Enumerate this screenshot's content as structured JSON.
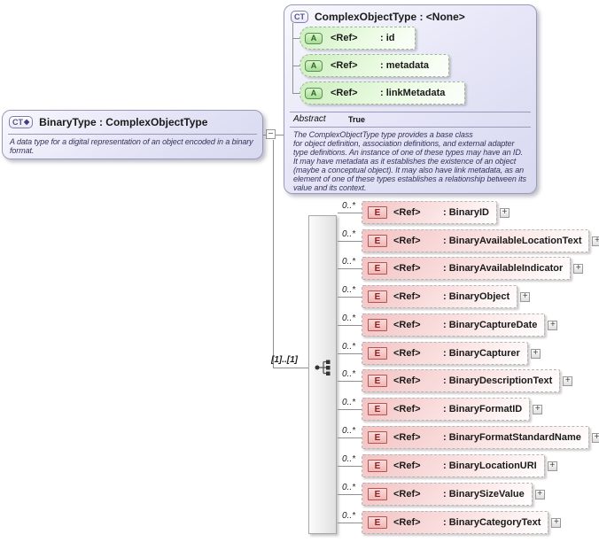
{
  "colors": {
    "type_box_fill": "#e3e3f7",
    "type_box_border": "#9a9ab8",
    "attribute_fill": "#cdeebf",
    "attribute_icon_border": "#58924f",
    "element_fill": "#f3c3c3",
    "element_icon_border": "#b25555",
    "description_text": "#34345c",
    "connector_line": "#909090",
    "sequence_bar_fill": "#e9e9e9"
  },
  "base_type_box": {
    "icon": "CT",
    "title": "ComplexObjectType : <None>",
    "attributes": [
      {
        "icon": "A",
        "ref_label": "<Ref>",
        "name_label": ": id"
      },
      {
        "icon": "A",
        "ref_label": "<Ref>",
        "name_label": ": metadata"
      },
      {
        "icon": "A",
        "ref_label": "<Ref>",
        "name_label": ": linkMetadata"
      }
    ],
    "facet_label": "Abstract",
    "facet_value": "True",
    "description": "The ComplexObjectType type provides a base class\nfor object definition, association definitions, and external adapter\ntype definitions. An instance of one of these types may have an ID.\nIt may have metadata as it establishes the existence of an object\n(maybe a conceptual object). It may also have link metadata, as an\nelement of one of these types establishes a relationship between its\nvalue and its context."
  },
  "derived_type_box": {
    "icon": "CT",
    "icon_modifier": "◆",
    "title": "BinaryType : ComplexObjectType",
    "description": "A data type for a digital representation of an object encoded in a binary\nformat."
  },
  "connector": {
    "collapse_glyph": "−",
    "cardinality": "[1]..[1]"
  },
  "elements": {
    "icon": "E",
    "expand_glyph": "+",
    "items": [
      {
        "ref_label": "<Ref>",
        "name_label": ": BinaryID",
        "cardinality": "0..*"
      },
      {
        "ref_label": "<Ref>",
        "name_label": ": BinaryAvailableLocationText",
        "cardinality": "0..*"
      },
      {
        "ref_label": "<Ref>",
        "name_label": ": BinaryAvailableIndicator",
        "cardinality": "0..*"
      },
      {
        "ref_label": "<Ref>",
        "name_label": ": BinaryObject",
        "cardinality": "0..*"
      },
      {
        "ref_label": "<Ref>",
        "name_label": ": BinaryCaptureDate",
        "cardinality": "0..*"
      },
      {
        "ref_label": "<Ref>",
        "name_label": ": BinaryCapturer",
        "cardinality": "0..*"
      },
      {
        "ref_label": "<Ref>",
        "name_label": ": BinaryDescriptionText",
        "cardinality": "0..*"
      },
      {
        "ref_label": "<Ref>",
        "name_label": ": BinaryFormatID",
        "cardinality": "0..*"
      },
      {
        "ref_label": "<Ref>",
        "name_label": ": BinaryFormatStandardName",
        "cardinality": "0..*"
      },
      {
        "ref_label": "<Ref>",
        "name_label": ": BinaryLocationURI",
        "cardinality": "0..*"
      },
      {
        "ref_label": "<Ref>",
        "name_label": ": BinarySizeValue",
        "cardinality": "0..*"
      },
      {
        "ref_label": "<Ref>",
        "name_label": ": BinaryCategoryText",
        "cardinality": "0..*"
      }
    ]
  }
}
